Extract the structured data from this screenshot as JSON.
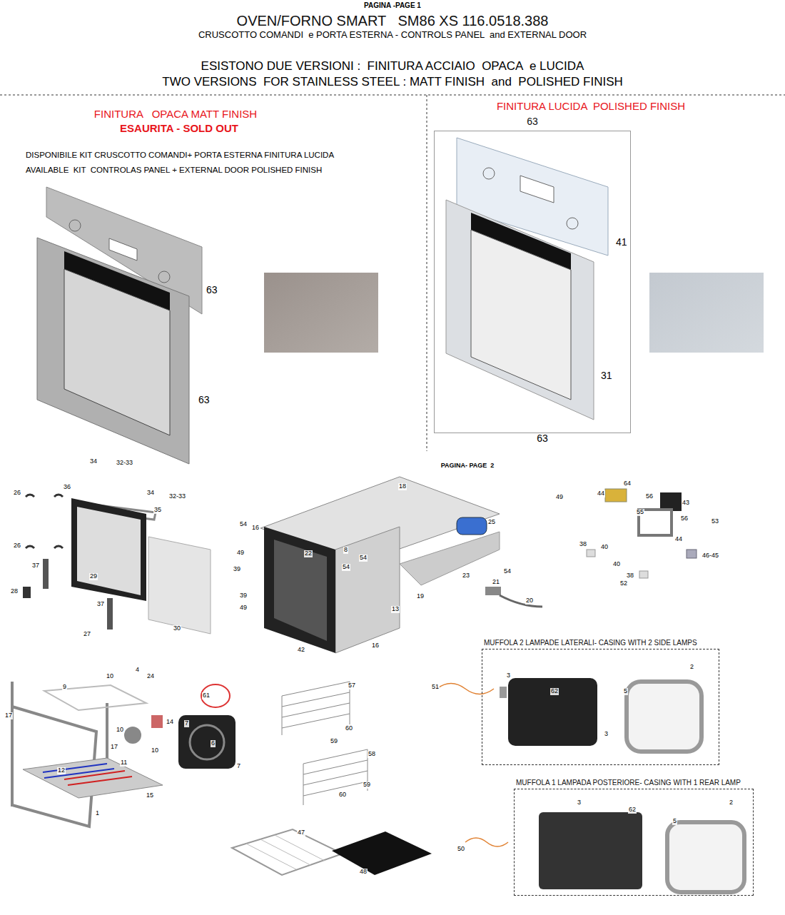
{
  "diagram": {
    "title": "OVEN/FORNO SMART   SM86 XS 116.0518.388",
    "nodes": [
      {
        "text": [
          "63"
        ]
      },
      {
        "text": [
          "MUFFOLA 2 LAMPADE LATERALI- CASING WITH 2 SIDE LAMPS"
        ]
      },
      {
        "text": [
          "MUFFOLA 1 LAMPADA POSTERIORE- CASING WITH 1 REAR LAMP"
        ]
      }
    ],
    "labels": [
      "PAGINA -PAGE 1",
      "CRUSCOTTO COMANDI  e PORTA ESTERNA - CONTROLS PANEL  and EXTERNAL DOOR",
      "ESISTONO DUE VERSIONI :  FINITURA ACCIAIO  OPACA  e LUCIDA",
      "TWO VERSIONS  FOR STAINLESS STEEL : MATT FINISH  and  POLISHED FINISH",
      "FINITURA   OPACA MATT FINISH",
      "ESAURITA - SOLD OUT",
      "DISPONIBILE KIT CRUSCOTTO COMANDI+ PORTA ESTERNA FINITURA LUCIDA",
      "AVAILABLE  KIT  CONTROLAS PANEL + EXTERNAL DOOR POLISHED FINISH",
      "63",
      "63",
      "FINITURA LUCIDA  POLISHED FINISH",
      "41",
      "31",
      "63",
      "PAGINA- PAGE  2",
      "34",
      "32-33",
      "26",
      "36",
      "34",
      "32-33",
      "35",
      "26",
      "37",
      "29",
      "28",
      "37",
      "27",
      "30",
      "18",
      "54",
      "16",
      "25",
      "22",
      "8",
      "54",
      "49",
      "54",
      "39",
      "23",
      "54",
      "21",
      "19",
      "39",
      "13",
      "20",
      "49",
      "42",
      "16",
      "64",
      "49",
      "44",
      "56",
      "43",
      "55",
      "56",
      "53",
      "38",
      "40",
      "44",
      "46-45",
      "40",
      "38",
      "52",
      "2",
      "3",
      "62",
      "5",
      "3",
      "51",
      "3",
      "62",
      "2",
      "5",
      "50",
      "4",
      "10",
      "24",
      "9",
      "61",
      "17",
      "14",
      "10",
      "7",
      "6",
      "17",
      "10",
      "12",
      "11",
      "7",
      "15",
      "1",
      "57",
      "60",
      "59",
      "58",
      "59",
      "60",
      "47",
      "48"
    ]
  }
}
